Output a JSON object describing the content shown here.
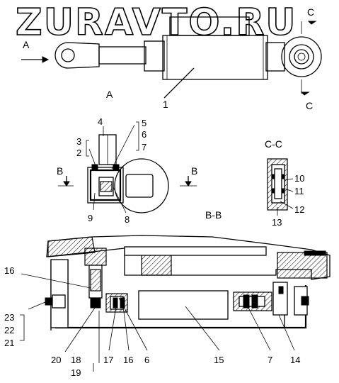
{
  "watermark": "ZURAVTO.RU",
  "views": {
    "a": "A",
    "a_arrow": "A",
    "b_left": "B",
    "b_right": "B",
    "c_top": "C",
    "c_bottom": "C",
    "section_bb": "B-B",
    "section_cc": "C-C"
  },
  "callouts": {
    "n1": "1",
    "n2": "2",
    "n3": "3",
    "n4": "4",
    "n5": "5",
    "n6": "6",
    "n7": "7",
    "n8": "8",
    "n9": "9",
    "n10": "10",
    "n11": "11",
    "n12": "12",
    "n13": "13",
    "n14": "14",
    "n15": "15",
    "n16_top": "16",
    "n16_bottom": "16",
    "n17": "17",
    "n18": "18",
    "n19": "19",
    "n20": "20",
    "n21": "21",
    "n22": "22",
    "n23": "23",
    "n6_bottom": "6",
    "n7_bottom": "7"
  }
}
